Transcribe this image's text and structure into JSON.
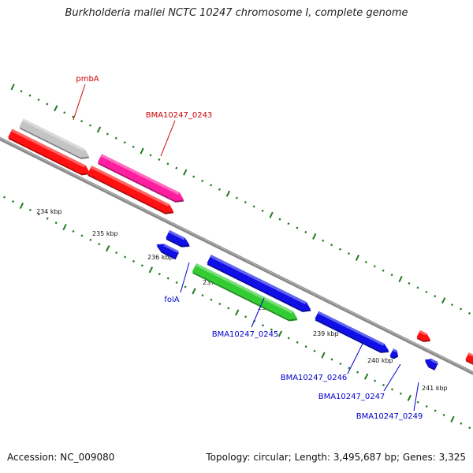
{
  "title": "Burkholderia mallei NCTC 10247 chromosome I, complete genome",
  "footer": {
    "accession": "Accession: NC_009080",
    "summary": "Topology: circular; Length: 3,495,687 bp; Genes: 3,325"
  },
  "colors": {
    "backbone": "#8a8a8a",
    "ticks": "#1f7a1f",
    "red_feature": "#ff1111",
    "blue_feature": "#1010e6",
    "grey_feature": "#c4c4c4",
    "pink_feature": "#ff1da0",
    "green_feature": "#33cc33",
    "label_red": "#cc0000",
    "label_blue": "#0000cc"
  },
  "scale_ticks": [
    {
      "label": "234 kbp"
    },
    {
      "label": "235 kbp"
    },
    {
      "label": "236 kbp"
    },
    {
      "label": "237 kbp"
    },
    {
      "label": "238 kbp"
    },
    {
      "label": "239 kbp"
    },
    {
      "label": "240 kbp"
    },
    {
      "label": "241 kbp"
    }
  ],
  "features": [
    {
      "id": "f1",
      "color": "grey_feature",
      "icon": "feature-arrow"
    },
    {
      "id": "f2",
      "color": "red_feature",
      "icon": "feature-arrow"
    },
    {
      "id": "f3",
      "color": "pink_feature",
      "icon": "feature-arrow"
    },
    {
      "id": "f4",
      "color": "red_feature",
      "icon": "feature-arrow"
    },
    {
      "id": "f5",
      "color": "blue_feature",
      "icon": "feature-arrow"
    },
    {
      "id": "f6",
      "color": "blue_feature",
      "icon": "feature-arrow"
    },
    {
      "id": "f7",
      "color": "blue_feature",
      "icon": "feature-arrow"
    },
    {
      "id": "f8",
      "color": "green_feature",
      "icon": "feature-arrow"
    },
    {
      "id": "f9",
      "color": "blue_feature",
      "icon": "feature-arrow"
    },
    {
      "id": "f10",
      "color": "blue_feature",
      "icon": "feature-arrow"
    },
    {
      "id": "f11",
      "color": "red_feature",
      "icon": "feature-arrow"
    },
    {
      "id": "f12",
      "color": "blue_feature",
      "icon": "feature-arrow"
    },
    {
      "id": "f13",
      "color": "blue_feature",
      "icon": "feature-arrow"
    },
    {
      "id": "f14",
      "color": "red_feature",
      "icon": "feature-arrow"
    }
  ],
  "gene_labels": [
    {
      "text": "pmbA",
      "color": "label_red"
    },
    {
      "text": "BMA10247_0243",
      "color": "label_red"
    },
    {
      "text": "folA",
      "color": "label_blue"
    },
    {
      "text": "BMA10247_0245",
      "color": "label_blue"
    },
    {
      "text": "BMA10247_0246",
      "color": "label_blue"
    },
    {
      "text": "BMA10247_0247",
      "color": "label_blue"
    },
    {
      "text": "BMA10247_0249",
      "color": "label_blue"
    }
  ]
}
